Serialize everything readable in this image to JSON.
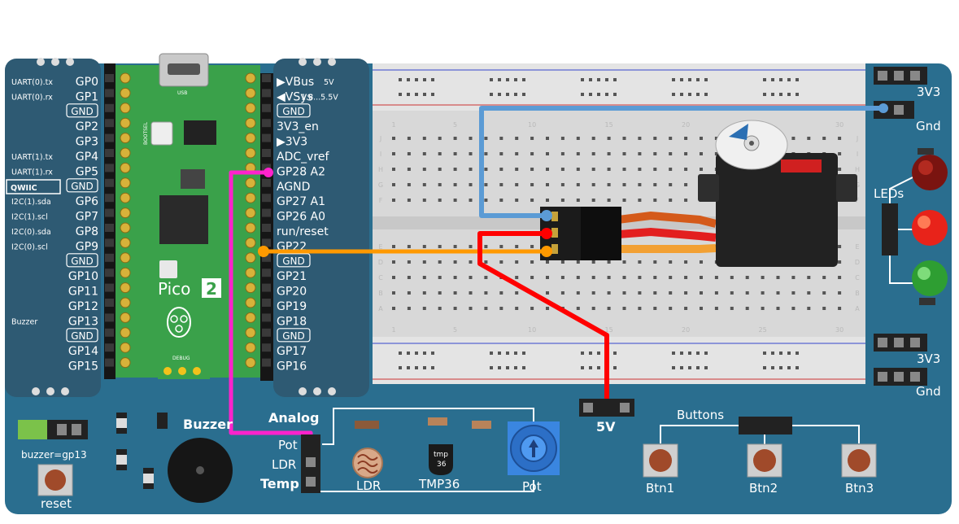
{
  "left_header": {
    "pins": [
      "GP0",
      "GP1",
      "GND",
      "GP2",
      "GP3",
      "GP4",
      "GP5",
      "GND",
      "GP6",
      "GP7",
      "GP8",
      "GP9",
      "GND",
      "GP10",
      "GP11",
      "GP12",
      "GP13",
      "GND",
      "GP14",
      "GP15"
    ],
    "functions": [
      "UART(0).tx",
      "UART(0).rx",
      "",
      "",
      "",
      "UART(1).tx",
      "UART(1).rx",
      "",
      "I2C(1).sda",
      "I2C(1).scl",
      "I2C(0).sda",
      "I2C(0).scl",
      "",
      "",
      "",
      "",
      "Buzzer",
      "",
      "",
      ""
    ],
    "qwiic": "QWIIC"
  },
  "right_header": {
    "pins": [
      "▶VBus",
      "◀VSys",
      "GND",
      "3V3_en",
      "▶3V3",
      "ADC_vref",
      "GP28 A2",
      "AGND",
      "GP27 A1",
      "GP26 A0",
      "run/reset",
      "GP22",
      "GND",
      "GP21",
      "GP20",
      "GP19",
      "GP18",
      "GND",
      "GP17",
      "GP16"
    ],
    "notes": [
      "5V",
      "1.8...5.5V",
      "",
      "",
      "",
      "",
      "",
      "",
      "",
      "",
      "",
      "",
      "",
      "",
      "",
      "",
      "",
      "",
      "",
      ""
    ]
  },
  "pico": {
    "label": "Pico",
    "version": "2",
    "boot_label": "BOOTSEL",
    "usb_label": "USB",
    "debug_label": "DEBUG"
  },
  "breadboard": {
    "column_numbers": [
      "1",
      "5",
      "10",
      "15",
      "20",
      "25",
      "30"
    ],
    "row_letters_top": [
      "J",
      "I",
      "H",
      "G",
      "F"
    ],
    "row_letters_bottom": [
      "E",
      "D",
      "C",
      "B",
      "A"
    ]
  },
  "power_headers": {
    "top": [
      "3V3",
      "Gnd"
    ],
    "bottom": [
      "3V3",
      "Gnd"
    ],
    "center": "5V"
  },
  "leds_label": "LEDs",
  "analog": {
    "title": "Analog",
    "pins": [
      "Pot",
      "LDR",
      "Temp"
    ],
    "ldr_label": "LDR",
    "tmp_label": "TMP36",
    "tmp_marking_1": "tmp",
    "tmp_marking_2": "36",
    "pot_label": "Pot"
  },
  "buzzer": {
    "title": "Buzzer",
    "jumper_label": "buzzer=gp13"
  },
  "reset_label": "reset",
  "buttons": {
    "title": "Buttons",
    "labels": [
      "Btn1",
      "Btn2",
      "Btn3"
    ]
  },
  "wires": {
    "pot_to_gp28": "#ff22cc",
    "servo_signal_to_gp22": "#ff9900",
    "servo_power_to_5v": "#ff0000",
    "servo_ground_to_gnd": "#5b9bd5"
  },
  "colors": {
    "board": "#2a6e8f",
    "header_panel": "#2e5a73",
    "pico_pcb": "#3aa14a"
  }
}
